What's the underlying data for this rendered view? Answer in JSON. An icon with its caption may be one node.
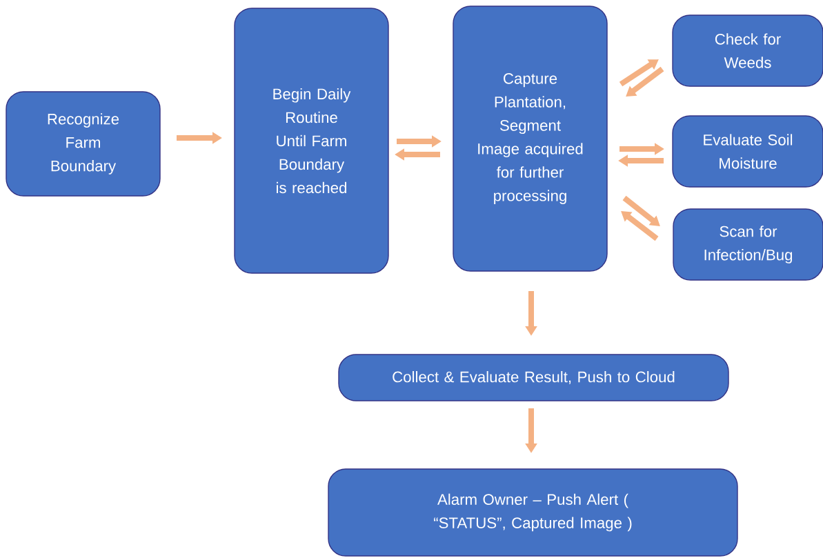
{
  "diagram": {
    "nodes": [
      {
        "text": [
          "Recognize Farm Boundary"
        ]
      },
      {
        "text": [
          "Begin Daily Routine Until Farm Boundary is reached"
        ]
      },
      {
        "text": [
          "Capture Plantation, Segment Image acquired for further processing"
        ]
      },
      {
        "text": [
          "Check for Weeds"
        ]
      },
      {
        "text": [
          "Evaluate Soil Moisture"
        ]
      },
      {
        "text": [
          "Scan for Infection/Bug"
        ]
      },
      {
        "text": [
          "Collect & Evaluate Result, Push to Cloud"
        ]
      },
      {
        "text": [
          "Alarm Owner – Push Alert ( “STATUS”, Captured Image )"
        ]
      }
    ],
    "edges": [
      {
        "from": 0,
        "to": 1,
        "arrow": "to"
      },
      {
        "from": 1,
        "to": 2,
        "arrow": "to"
      },
      {
        "from": 2,
        "to": 1,
        "arrow": "to"
      },
      {
        "from": 2,
        "to": 3,
        "arrow": "to"
      },
      {
        "from": 3,
        "to": 2,
        "arrow": "to"
      },
      {
        "from": 2,
        "to": 4,
        "arrow": "to"
      },
      {
        "from": 4,
        "to": 2,
        "arrow": "to"
      },
      {
        "from": 2,
        "to": 5,
        "arrow": "to"
      },
      {
        "from": 5,
        "to": 2,
        "arrow": "to"
      },
      {
        "from": 2,
        "to": 6,
        "arrow": "to"
      },
      {
        "from": 6,
        "to": 7,
        "arrow": "to"
      }
    ]
  }
}
